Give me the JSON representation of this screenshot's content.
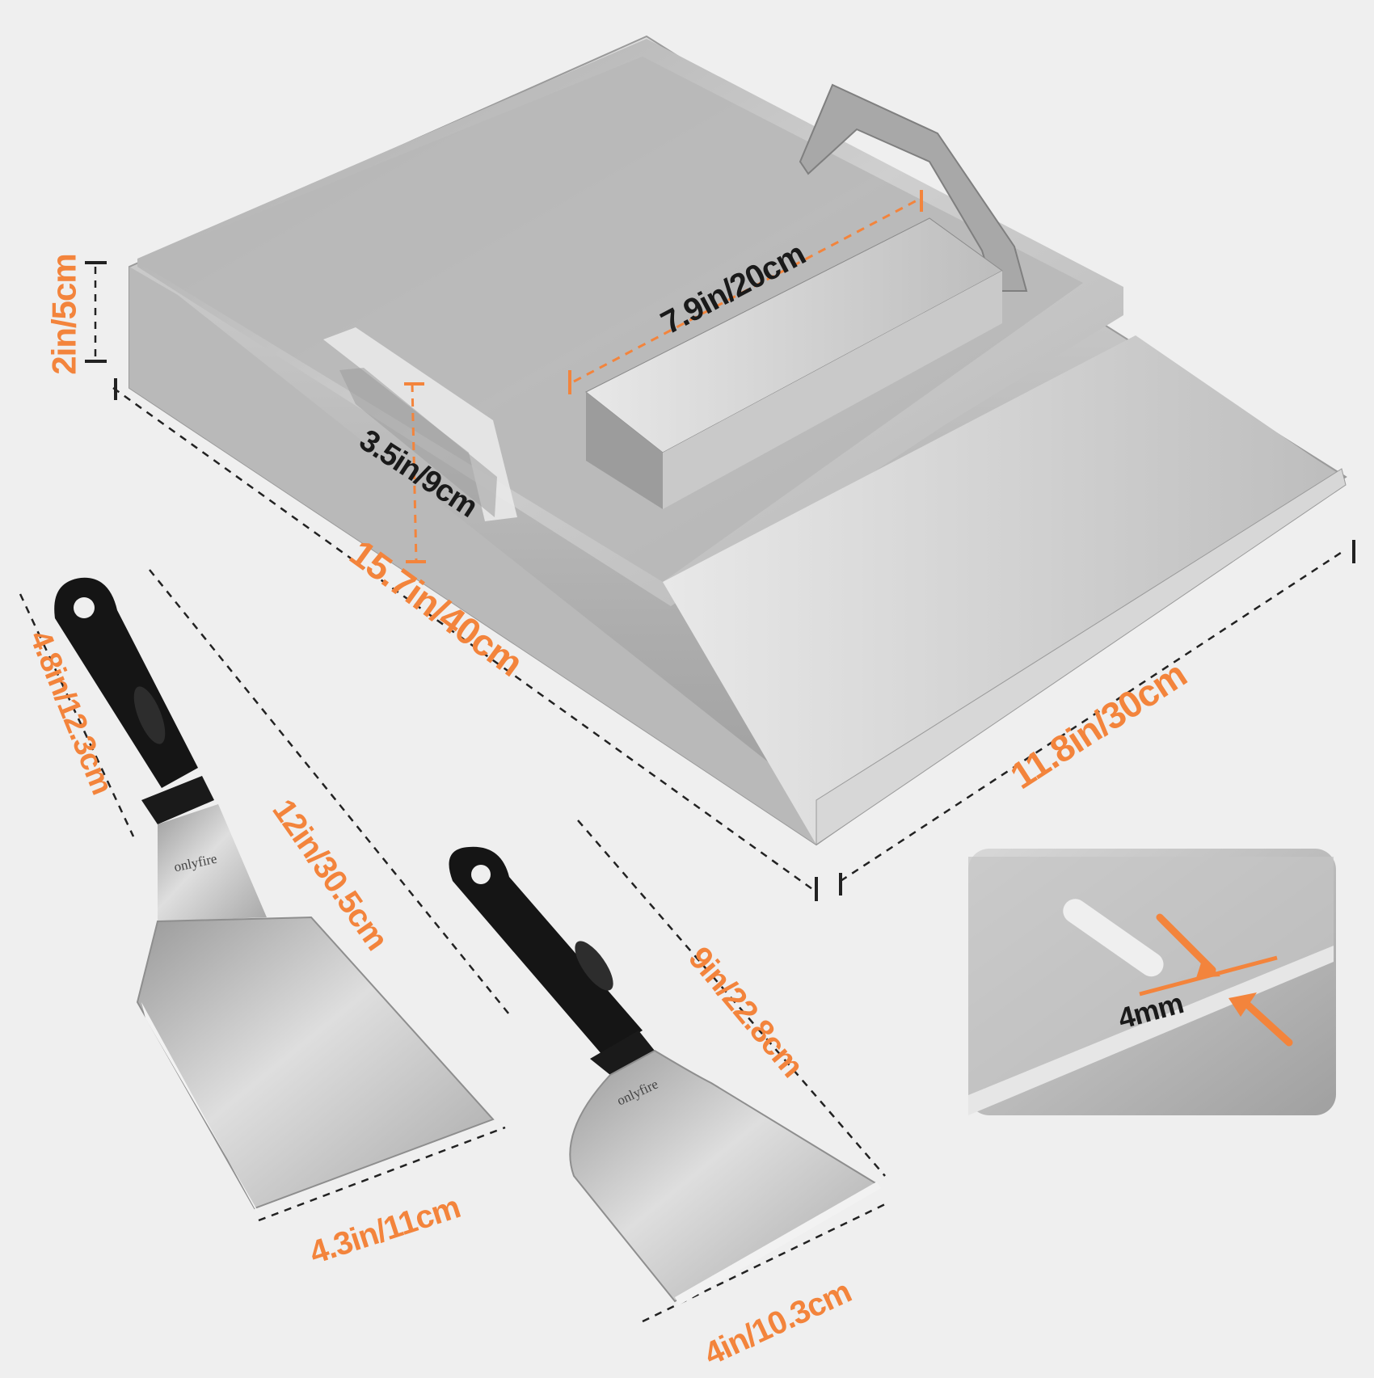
{
  "dimensions": {
    "height_tray": "2in/5cm",
    "tray_length": "15.7in/40cm",
    "handle_slot": "3.5in/9cm",
    "handle_bar": "7.9in/20cm",
    "tray_width": "11.8in/30cm",
    "thickness": "4mm",
    "spatula_blade_len": "4.8in/12.3cm",
    "spatula_total": "12in/30.5cm",
    "spatula_width": "4.3in/11cm",
    "scraper_total": "9in/22.8cm",
    "scraper_width": "4in/10.3cm"
  },
  "brand": {
    "spatula_logo": "onlyfire",
    "scraper_logo": "onlyfire"
  },
  "colors": {
    "accent": "#f3843c",
    "background": "#efefef",
    "steel": "#c8c8c8",
    "handle": "#151515"
  }
}
